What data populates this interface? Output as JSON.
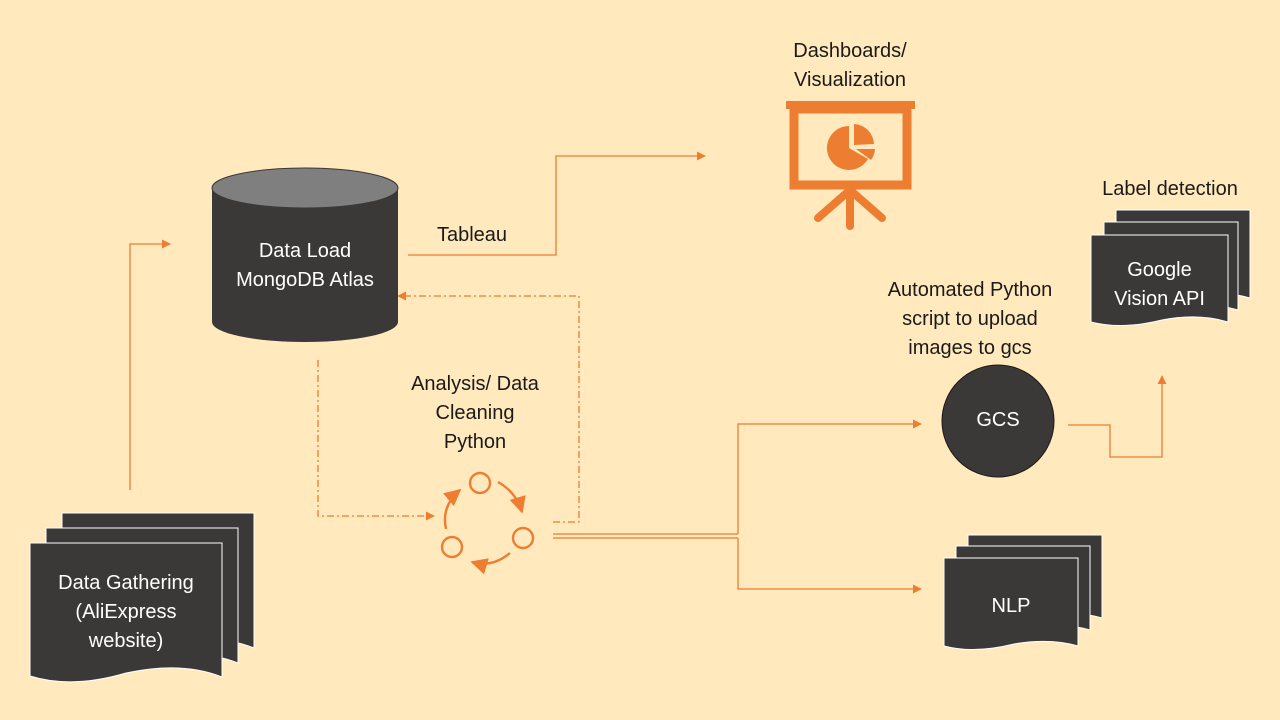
{
  "colors": {
    "background": "#FFE9BD",
    "node_fill": "#3B3838",
    "accent": "#ED7D31"
  },
  "nodes": {
    "data_gathering": {
      "lines": [
        "Data Gathering",
        "(AliExpress",
        "website)"
      ],
      "shape": "multi-document",
      "icon": "document-stack-icon"
    },
    "data_load": {
      "lines": [
        "Data Load",
        "MongoDB Atlas"
      ],
      "shape": "cylinder",
      "icon": "database-icon"
    },
    "analysis": {
      "lines": [
        "Analysis/ Data",
        "Cleaning",
        "Python"
      ],
      "icon": "cycle-icon"
    },
    "dashboards": {
      "lines": [
        "Dashboards/",
        "Visualization"
      ],
      "icon": "presentation-board-icon"
    },
    "gcs": {
      "label": "GCS",
      "shape": "circle"
    },
    "automated_script": {
      "lines": [
        "Automated Python",
        "script to upload",
        "images to gcs"
      ]
    },
    "google_vision": {
      "lines": [
        "Google",
        "Vision API"
      ],
      "shape": "multi-document",
      "icon": "document-stack-icon"
    },
    "label_detection": {
      "label": "Label detection"
    },
    "nlp": {
      "label": "NLP",
      "shape": "multi-document",
      "icon": "document-stack-icon"
    }
  },
  "edges": {
    "tableau": {
      "label": "Tableau"
    }
  }
}
